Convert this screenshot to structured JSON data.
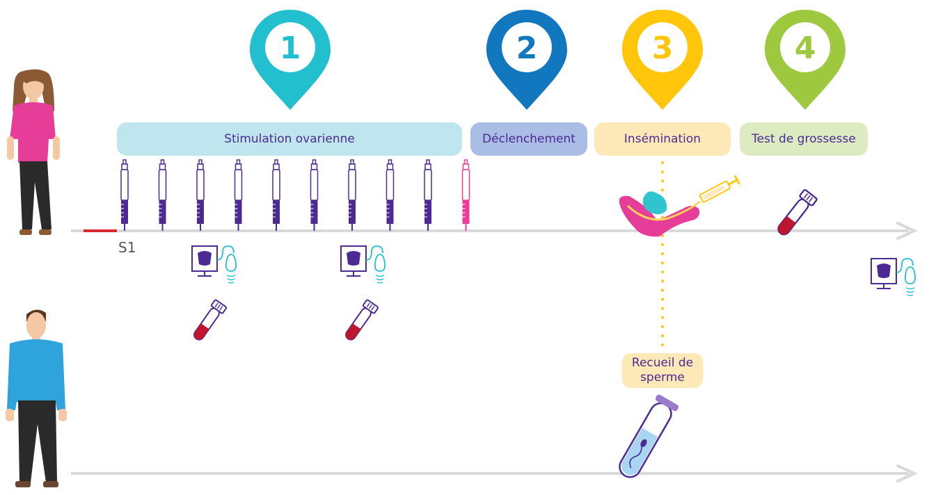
{
  "steps": [
    {
      "number": "1",
      "color": "#22bfcf"
    },
    {
      "number": "2",
      "color": "#1178c0"
    },
    {
      "number": "3",
      "color": "#ffc60b"
    },
    {
      "number": "4",
      "color": "#9ec93f"
    }
  ],
  "phases": {
    "stimulation": {
      "label": "Stimulation ovarienne",
      "color": "#bfe5ee"
    },
    "declenchement": {
      "label": "Déclenchement",
      "color": "#a9bde5"
    },
    "insemination": {
      "label": "Insémination",
      "color": "#fde9b8"
    },
    "test": {
      "label": "Test de grossesse",
      "color": "#dcebc0"
    }
  },
  "timeline": {
    "start_label": "S1",
    "sperm_collection_label": "Recueil de sperme",
    "injection_count": 10
  },
  "colors": {
    "pen": "#4b2a93",
    "trigger_pen": "#ec3c96",
    "blood": "#c0152f",
    "woman_shirt": "#e63d98",
    "man_shirt": "#2fa3dc",
    "catheter": "#e63d98",
    "arrow": "#d9d9d9"
  }
}
